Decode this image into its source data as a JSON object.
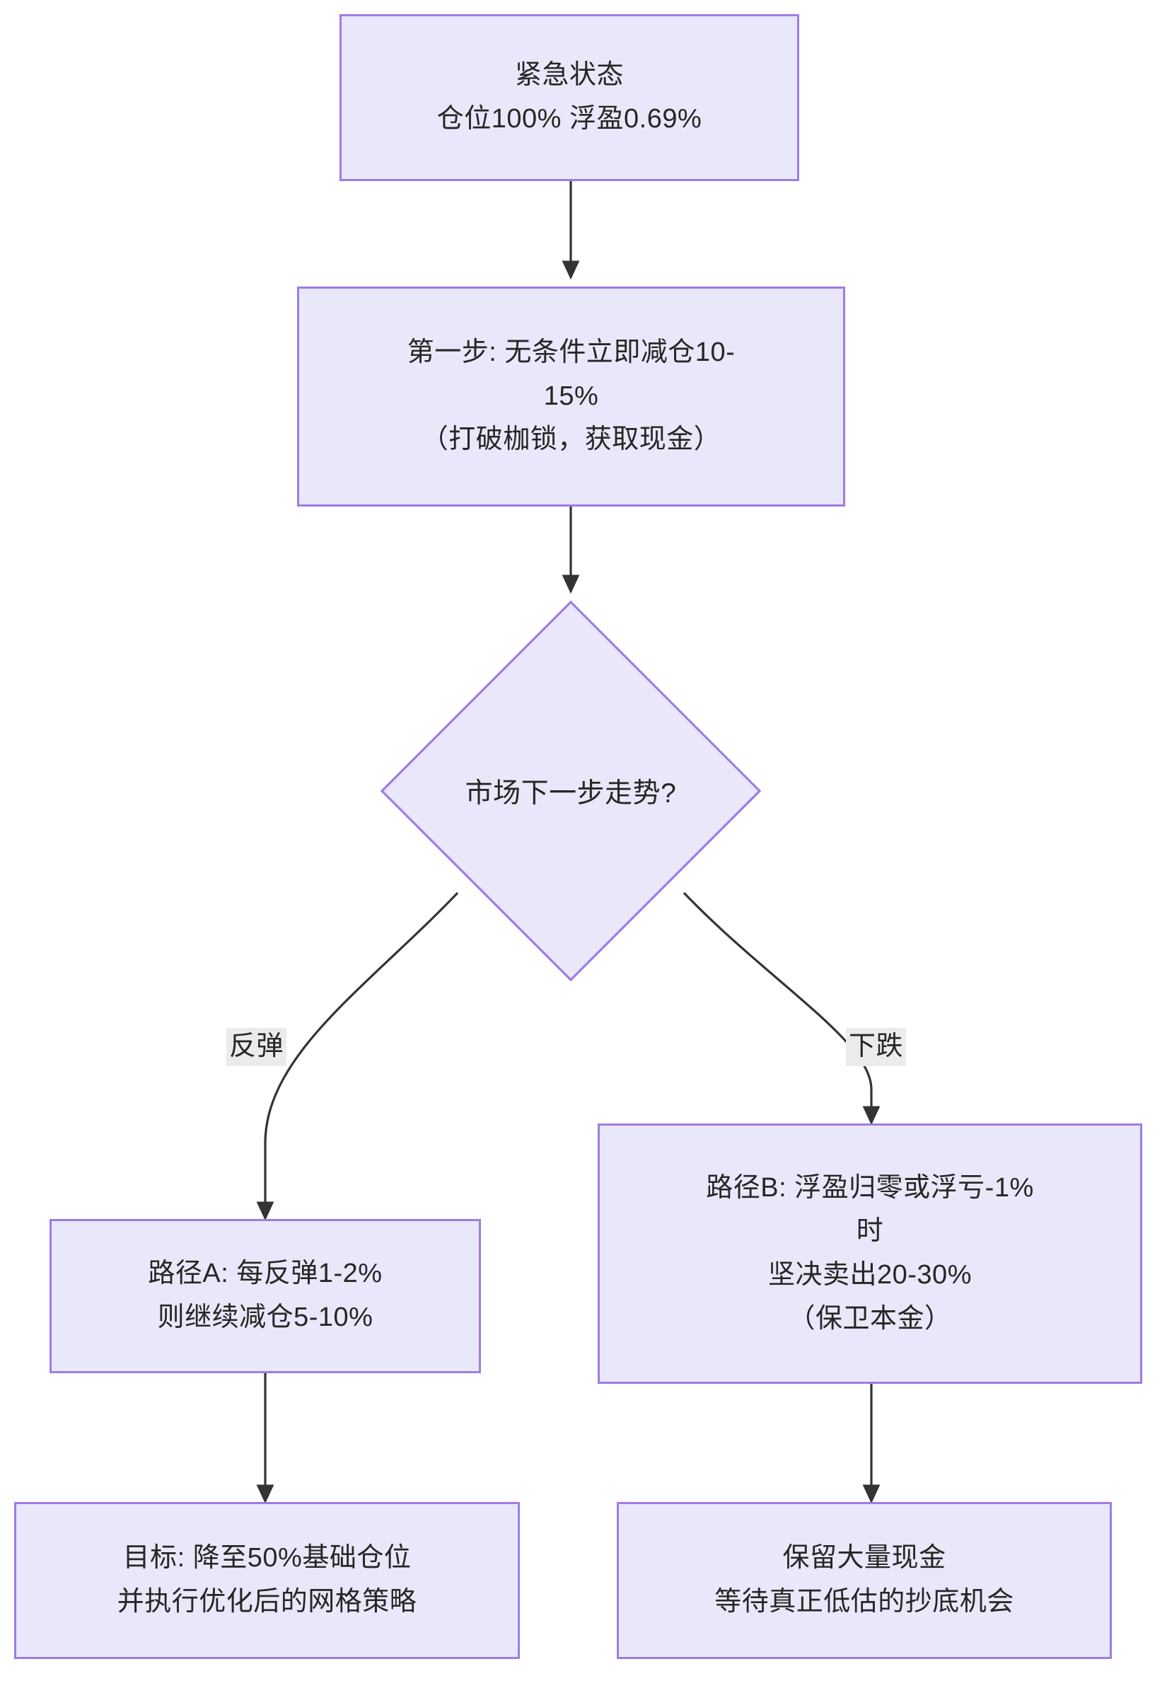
{
  "diagram": {
    "type": "flowchart",
    "direction": "top-down",
    "title_text": "",
    "colors": {
      "node_fill": "#e8e8fa",
      "node_border": "#9f7ce2",
      "node_text": "#262626",
      "edge_stroke": "#333333",
      "edge_label_bg": "#ebebeb",
      "canvas_bg": "#ffffff"
    },
    "nodes": [
      {
        "id": "emergency",
        "shape": "rect",
        "lines": [
          "紧急状态",
          "仓位100% 浮盈0.69%"
        ]
      },
      {
        "id": "step1",
        "shape": "rect",
        "lines": [
          "第一步: 无条件立即减仓10-",
          "15%",
          "（打破枷锁，获取现金）"
        ]
      },
      {
        "id": "decision",
        "shape": "diamond",
        "lines": [
          "市场下一步走势?"
        ]
      },
      {
        "id": "pathA",
        "shape": "rect",
        "lines": [
          "路径A: 每反弹1-2%",
          "则继续减仓5-10%"
        ]
      },
      {
        "id": "pathB",
        "shape": "rect",
        "lines": [
          "路径B: 浮盈归零或浮亏-1%",
          "时",
          "坚决卖出20-30%",
          "（保卫本金）"
        ]
      },
      {
        "id": "goalA",
        "shape": "rect",
        "lines": [
          "目标: 降至50%基础仓位",
          "并执行优化后的网格策略"
        ]
      },
      {
        "id": "goalB",
        "shape": "rect",
        "lines": [
          "保留大量现金",
          "等待真正低估的抄底机会"
        ]
      }
    ],
    "edges": [
      {
        "id": "e1",
        "from": "emergency",
        "to": "step1",
        "label": ""
      },
      {
        "id": "e2",
        "from": "step1",
        "to": "decision",
        "label": ""
      },
      {
        "id": "e3",
        "from": "decision",
        "to": "pathA",
        "label": "反弹"
      },
      {
        "id": "e4",
        "from": "decision",
        "to": "pathB",
        "label": "下跌"
      },
      {
        "id": "e5",
        "from": "pathA",
        "to": "goalA",
        "label": ""
      },
      {
        "id": "e6",
        "from": "pathB",
        "to": "goalB",
        "label": ""
      }
    ]
  }
}
